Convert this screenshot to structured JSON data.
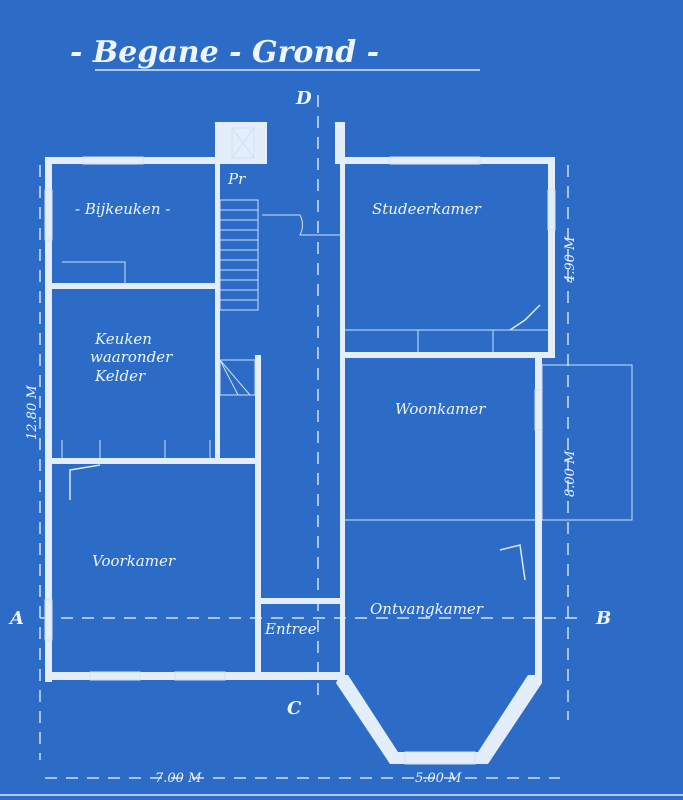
{
  "title": "- Begane - Grond -",
  "rooms": {
    "bijkeuken": "- Bijkeuken -",
    "keuken_1": "Keuken",
    "keuken_2": "waaronder",
    "keuken_3": "Kelder",
    "studeerkamer": "Studeerkamer",
    "woonkamer": "Woonkamer",
    "voorkamer": "Voorkamer",
    "ontvangkamer": "Ontvangkamer",
    "entree": "Entree",
    "portaal": "Pr"
  },
  "dimensions": {
    "width_left": "7.00 M",
    "width_bay": "5.00 M",
    "depth_left": "12.80 M",
    "depth_right_upper": "4.90 M",
    "depth_right_lower": "8.00 M"
  },
  "section_marks": {
    "top": "D",
    "bottom": "C",
    "left": "A",
    "right": "B"
  },
  "colors": {
    "paper": "#2c6cc6",
    "lines": "#e4eefb"
  }
}
